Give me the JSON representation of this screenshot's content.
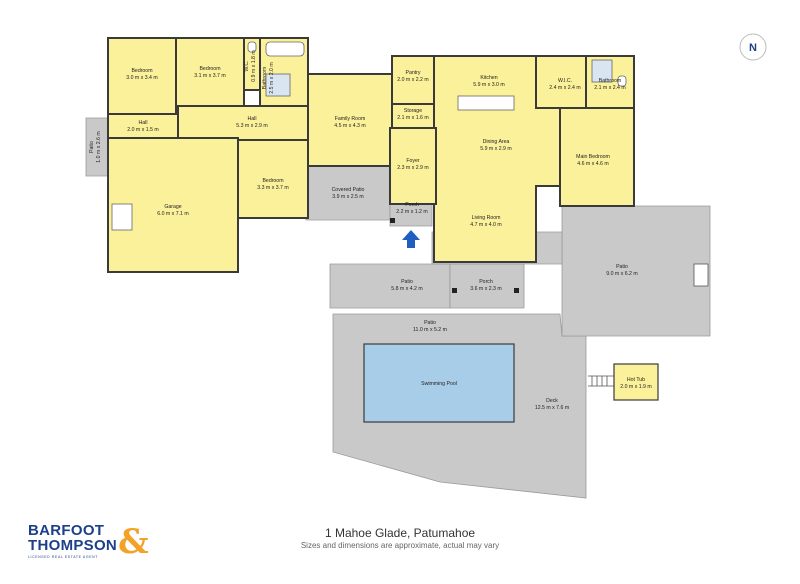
{
  "colors": {
    "room_fill": "#fbf19a",
    "outdoor_fill": "#c9c9c9",
    "wall": "#3a3a3a",
    "pool_fill": "#a8cde8",
    "arrow": "#1f5fbf",
    "brand_blue": "#1d3f8a",
    "brand_amp": "#f2a227"
  },
  "rooms": {
    "bedroom1": {
      "name": "Bedroom",
      "dim": "3.0 m x 3.4 m"
    },
    "bedroom2": {
      "name": "Bedroom",
      "dim": "3.1 m x 3.7 m"
    },
    "bathroom1": {
      "name": "Bathroom",
      "dim": "2.5 m x 2.0 m"
    },
    "wc": {
      "name": "W.C.",
      "dim": "0.9 m x 1.8 m"
    },
    "hall1": {
      "name": "Hall",
      "dim": "2.0 m x 1.5 m"
    },
    "hall2": {
      "name": "Hall",
      "dim": "5.3 m x 2.9 m"
    },
    "patio_side": {
      "name": "Patio",
      "dim": "1.0 m x 2.6 m"
    },
    "garage": {
      "name": "Garage",
      "dim": "6.0 m x 7.1 m"
    },
    "bedroom3": {
      "name": "Bedroom",
      "dim": "3.3 m x 3.7 m"
    },
    "family": {
      "name": "Family Room",
      "dim": "4.5 m x 4.3 m"
    },
    "covered_patio": {
      "name": "Covered Patio",
      "dim": "3.9 m x 2.5 m"
    },
    "pantry": {
      "name": "Pantry",
      "dim": "2.0 m x 2.2 m"
    },
    "storage": {
      "name": "Storage",
      "dim": "2.1 m x 1.6 m"
    },
    "kitchen": {
      "name": "Kitchen",
      "dim": "5.9 m x 3.0 m"
    },
    "dining": {
      "name": "Dining Area",
      "dim": "5.9 m x 2.9 m"
    },
    "foyer": {
      "name": "Foyer",
      "dim": "2.3 m x 2.9 m"
    },
    "porch_front": {
      "name": "Porch",
      "dim": "2.2 m x 1.2 m"
    },
    "living": {
      "name": "Living Room",
      "dim": "4.7 m x 4.0 m"
    },
    "wic": {
      "name": "W.I.C.",
      "dim": "2.4 m x 2.4 m"
    },
    "bathroom2": {
      "name": "Bathroom",
      "dim": "2.1 m x 2.4 m"
    },
    "main_bed": {
      "name": "Main Bedroom",
      "dim": "4.6 m x 4.6 m"
    },
    "patio_east": {
      "name": "Patio",
      "dim": "9.0 m x 6.2 m"
    },
    "patio_west": {
      "name": "Patio",
      "dim": "5.8 m x 4.2 m"
    },
    "porch_rear": {
      "name": "Porch",
      "dim": "3.6 m x 2.3 m"
    },
    "patio_pool": {
      "name": "Patio",
      "dim": "11.0 m x 5.2 m"
    },
    "pool": {
      "name": "Swimming Pool",
      "dim": ""
    },
    "deck": {
      "name": "Deck",
      "dim": "12.5 m x 7.6 m"
    },
    "hottub": {
      "name": "Hot Tub",
      "dim": "2.0 m x 1.9 m"
    }
  },
  "compass": {
    "label": "N"
  },
  "footer": {
    "address": "1 Mahoe Glade, Patumahoe",
    "note": "Sizes and dimensions are approximate, actual may vary"
  },
  "brand": {
    "line1": "BARFOOT",
    "line2": "THOMPSON",
    "amp": "&",
    "tagline": "LICENSED REAL ESTATE AGENT"
  }
}
